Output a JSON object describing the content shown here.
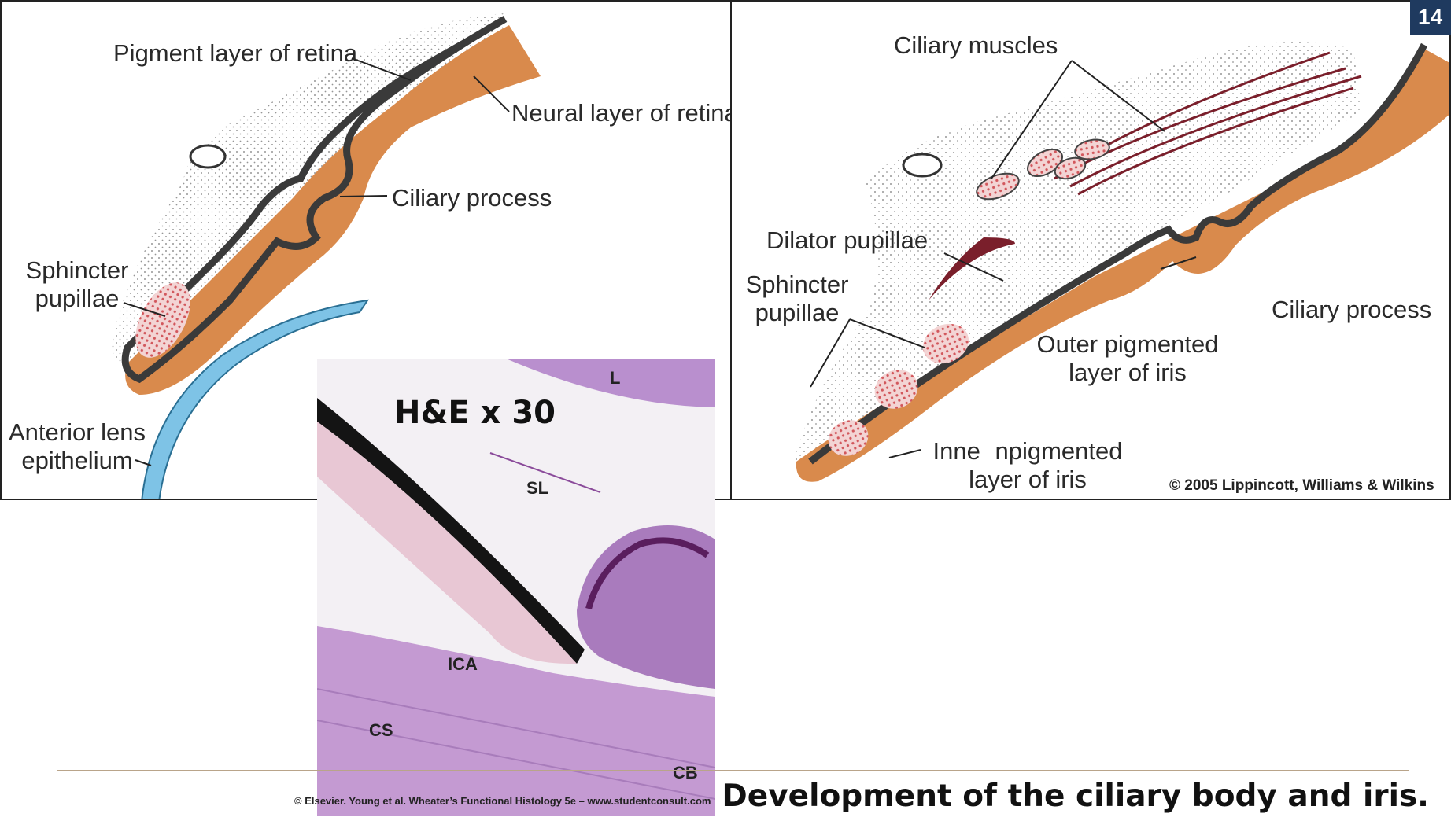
{
  "page_number": "14",
  "left_diagram": {
    "labels": {
      "pigment_layer": "Pigment layer of retina",
      "neural_layer": "Neural layer of retina",
      "ciliary_process": "Ciliary process",
      "sphincter_line1": "Sphincter",
      "sphincter_line2": "pupillae",
      "lens_line1": "Anterior lens",
      "lens_line2": "epithelium"
    }
  },
  "right_diagram": {
    "labels": {
      "ciliary_muscles": "Ciliary muscles",
      "dilator": "Dilator pupillae",
      "sphincter_line1": "Sphincter",
      "sphincter_line2": "pupillae",
      "ciliary_process": "Ciliary process",
      "outer_line1": "Outer pigmented",
      "outer_line2": "layer of iris",
      "inner_line1": "Inne   npigmented",
      "inner_line2": "layer of iris"
    },
    "copyright": "© 2005 Lippincott,  Williams  & Wilkins"
  },
  "micrograph": {
    "stain_label": "H&E x 30",
    "labels": {
      "L": "L",
      "SL": "SL",
      "ICA": "ICA",
      "CS": "CS",
      "CB": "CB"
    }
  },
  "footer": {
    "copyright": "© Elsevier.  Young et al.  Wheater’s Functional Histology 5e – www.studentconsult.com",
    "title": "Development of the ciliary body and iris."
  },
  "colors": {
    "neural": "#d98a4c",
    "pigment": "#3a3a3a",
    "lens": "#7ec3e6",
    "muscle": "#7a1f2b",
    "stain": "#b68ac4",
    "slide_badge": "#1f3a5f"
  }
}
